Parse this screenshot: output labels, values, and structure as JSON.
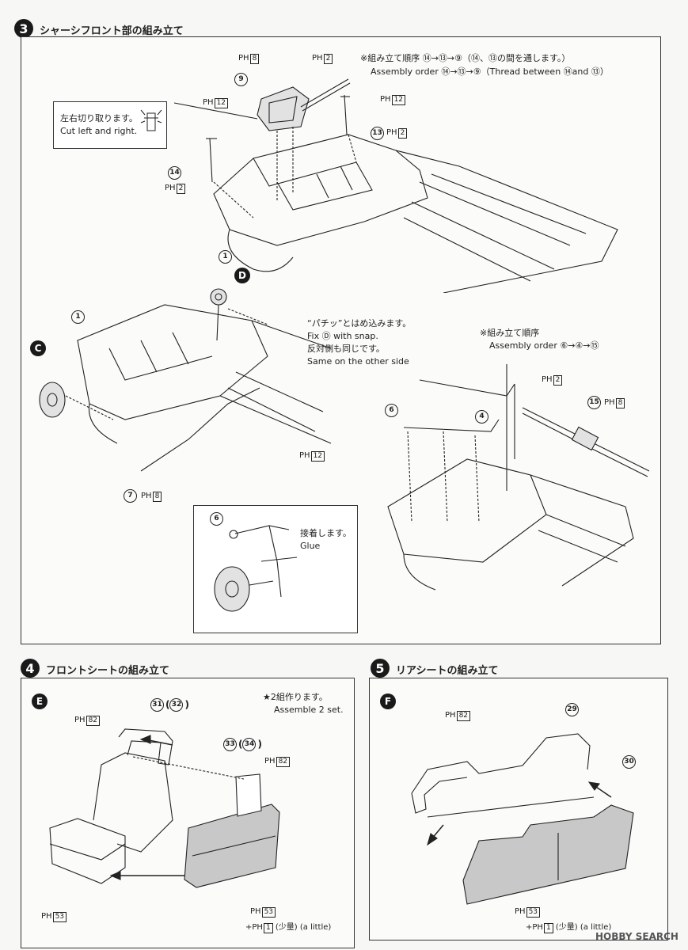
{
  "step3": {
    "number": "3",
    "title": "シャーシフロント部の組み立て",
    "note_ja": "※組み立て順序 ⑭→⑬→⑨（⑭、⑬の間を通します。）",
    "note_en": "Assembly order ⑭→⑬→⑨（Thread between ⑭and ⑬）",
    "cut_ja": "左右切り取ります。",
    "cut_en": "Cut left and right.",
    "snap_ja": "“パチッ”とはめ込みます。",
    "snap_en": "Fix Ⓓ with snap.",
    "other_ja": "反対側も同じです。",
    "other_en": "Same on the other side",
    "order2_ja": "※組み立て順序",
    "order2_en": "Assembly order ⑥→④→⑮",
    "glue_ja": "接着します。",
    "glue_en": "Glue",
    "parts": {
      "p9": "9",
      "p14": "14",
      "p13": "13",
      "p1a": "1",
      "p1b": "1",
      "p7": "7",
      "p6a": "6",
      "p6b": "6",
      "p4": "4",
      "p15": "15"
    },
    "refs": {
      "r8a": "8",
      "r2a": "2",
      "r12a": "12",
      "r12b": "12",
      "r2b": "2",
      "r2c": "2",
      "r12c": "12",
      "r8b": "8",
      "r2d": "2",
      "r8c": "8"
    },
    "letters": {
      "c": "C",
      "d": "D"
    }
  },
  "step4": {
    "number": "4",
    "title": "フロントシートの組み立て",
    "letter": "E",
    "note_ja": "★2組作ります。",
    "note_en": "Assemble 2 set.",
    "part_a": "31",
    "part_a_alt": "32",
    "part_b": "33",
    "part_b_alt": "34",
    "ref_a": "82",
    "ref_b": "82",
    "ref_c": "53",
    "ref_d": "53",
    "ref_e": "1",
    "little": "(少量) (a little)"
  },
  "step5": {
    "number": "5",
    "title": "リアシートの組み立て",
    "letter": "F",
    "part_a": "29",
    "part_b": "30",
    "ref_a": "82",
    "ref_b": "53",
    "ref_c": "1",
    "little": "(少量) (a little)"
  },
  "ref_prefix": "PH",
  "watermark": "HOBBY SEARCH",
  "colors": {
    "ink": "#222222",
    "gray_fill": "#c8c8c8",
    "paper": "#f7f7f5"
  }
}
